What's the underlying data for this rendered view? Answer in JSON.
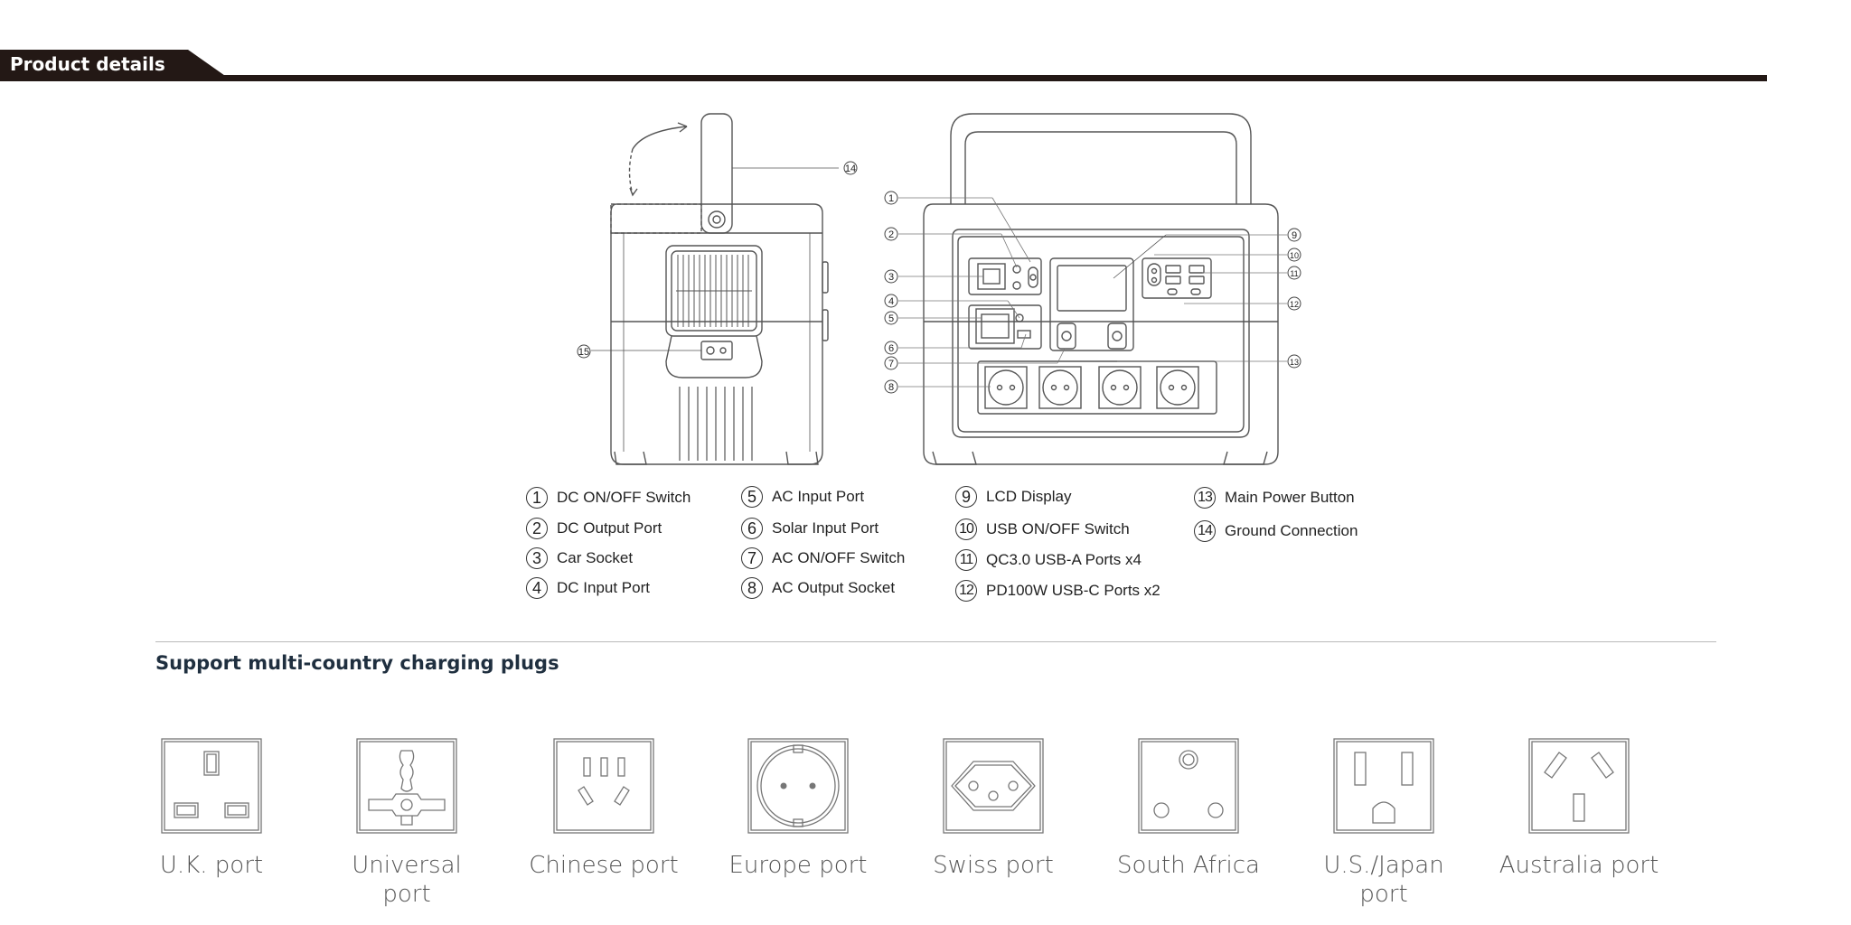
{
  "header": {
    "title": "Product details"
  },
  "legend": [
    [
      {
        "n": "1",
        "label": "DC ON/OFF Switch"
      },
      {
        "n": "2",
        "label": "DC Output Port"
      },
      {
        "n": "3",
        "label": "Car Socket"
      },
      {
        "n": "4",
        "label": "DC Input Port"
      }
    ],
    [
      {
        "n": "5",
        "label": "AC Input Port"
      },
      {
        "n": "6",
        "label": "Solar Input Port"
      },
      {
        "n": "7",
        "label": "AC ON/OFF Switch"
      },
      {
        "n": "8",
        "label": "AC Output Socket"
      }
    ],
    [
      {
        "n": "9",
        "label": "LCD Display"
      },
      {
        "n": "10",
        "label": "USB ON/OFF Switch"
      },
      {
        "n": "11",
        "label": "QC3.0 USB-A Ports x4"
      },
      {
        "n": "12",
        "label": "PD100W USB-C Ports x2"
      }
    ],
    [
      {
        "n": "13",
        "label": "Main Power Button"
      },
      {
        "n": "14",
        "label": "Ground Connection"
      }
    ]
  ],
  "callouts": [
    "1",
    "2",
    "3",
    "4",
    "5",
    "6",
    "7",
    "8",
    "9",
    "10",
    "11",
    "12",
    "13",
    "14",
    "15"
  ],
  "plugs": {
    "title": "Support multi-country charging plugs",
    "items": [
      {
        "icon": "uk-plug-icon",
        "line1": "U.K. port",
        "line2": ""
      },
      {
        "icon": "universal-plug-icon",
        "line1": "Universal",
        "line2": "port"
      },
      {
        "icon": "chinese-plug-icon",
        "line1": "Chinese port",
        "line2": ""
      },
      {
        "icon": "europe-plug-icon",
        "line1": "Europe port",
        "line2": ""
      },
      {
        "icon": "swiss-plug-icon",
        "line1": "Swiss port",
        "line2": ""
      },
      {
        "icon": "south-africa-plug-icon",
        "line1": "South Africa",
        "line2": ""
      },
      {
        "icon": "us-japan-plug-icon",
        "line1": "U.S./Japan",
        "line2": "port"
      },
      {
        "icon": "australia-plug-icon",
        "line1": "Australia port",
        "line2": ""
      }
    ]
  }
}
